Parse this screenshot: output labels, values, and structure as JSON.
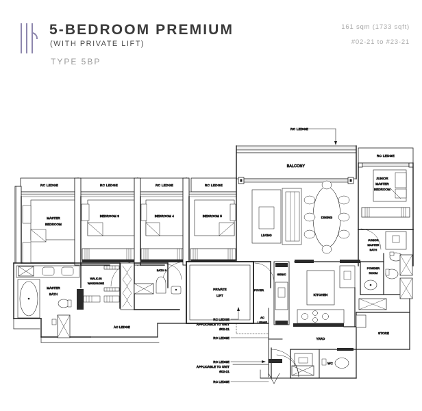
{
  "header": {
    "title": "5-BEDROOM PREMIUM",
    "subtitle": "(WITH PRIVATE LIFT)",
    "type_code": "TYPE 5BP",
    "area": "161 sqm (1733 sqft)",
    "unit_range": "#02-21 to #23-21",
    "logo_color": "#8d86ad"
  },
  "plan": {
    "rooms": {
      "master_bedroom": "MASTER\nBEDROOM",
      "master_bedroom_l1": "MASTER",
      "master_bedroom_l2": "BEDROOM",
      "bedroom_3": "BEDROOM 3",
      "bedroom_4": "BEDROOM 4",
      "bedroom_5": "BEDROOM 5",
      "junior_master_bedroom_l1": "JUNIOR",
      "junior_master_bedroom_l2": "MASTER",
      "junior_master_bedroom_l3": "BEDROOM",
      "junior_master_bath_l1": "JUNIOR",
      "junior_master_bath_l2": "MASTER",
      "junior_master_bath_l3": "BATH",
      "balcony": "BALCONY",
      "living": "LIVING",
      "dining": "DINING",
      "master_bath_l1": "MASTER",
      "master_bath_l2": "BATH",
      "walk_in_wardrobe_l1": "WALK-IN",
      "walk_in_wardrobe_l2": "WARDROBE",
      "bath_3": "BATH 3",
      "private_lift_l1": "PRIVATE",
      "private_lift_l2": "LIFT",
      "foyer": "FOYER",
      "kitchen": "KITCHEN",
      "yard": "YARD",
      "powder_room_l1": "POWDER",
      "powder_room_l2": "ROOM",
      "store": "STORE",
      "wc": "WC",
      "gen_c": "GEN/C"
    },
    "ledges": {
      "rc_ledge": "RC LEDGE",
      "ac_ledge": "AC LEDGE",
      "ac_ledge_l1": "AC",
      "ac_ledge_l2": "LEDGE",
      "bedroom_ledges": [
        "RC LEDGE",
        "RC LEDGE",
        "RC LEDGE",
        "RC LEDGE"
      ],
      "balcony_ledge": "RC LEDGE",
      "junior_ledge": "RC LEDGE"
    },
    "annotations": [
      {
        "line1": "RC LEDGE",
        "line2": "APPLICABLE TO UNIT",
        "line3": "#02-21"
      },
      {
        "line1": "RC LEDGE",
        "line2": "",
        "line3": ""
      },
      {
        "line1": "RC LEDGE",
        "line2": "APPLICABLE TO UNIT",
        "line3": "#02-21"
      },
      {
        "line1": "RC LEDGE",
        "line2": "",
        "line3": ""
      }
    ]
  }
}
